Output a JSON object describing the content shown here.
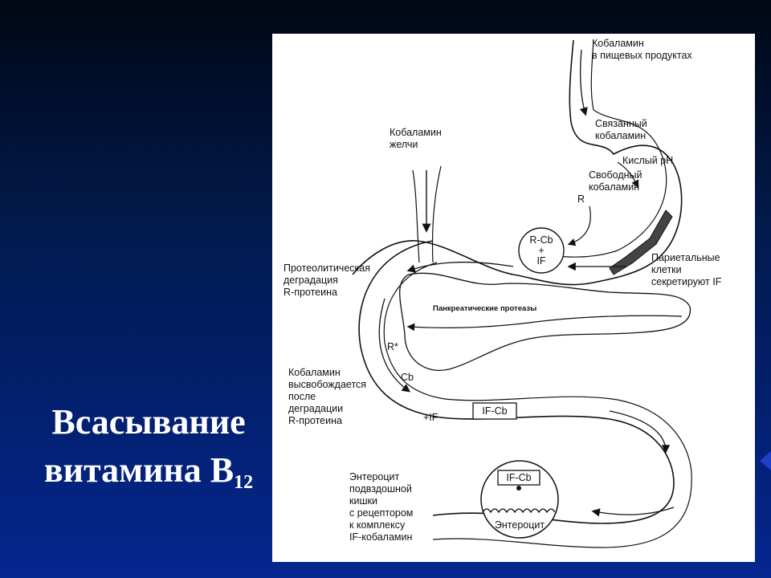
{
  "slide": {
    "title_line1": "Всасывание",
    "title_line2": "витамина B",
    "title_subscript": "12"
  },
  "diagram": {
    "labels": {
      "food_cobalamin_1": "Кобаламин",
      "food_cobalamin_2": "в пищевых продуктах",
      "bound_1": "Связанный",
      "bound_2": "кобаламин",
      "acid_ph": "Кислый pH",
      "free_1": "Свободный",
      "free_2": "кобаламин",
      "r": "R",
      "bile_1": "Кобаламин",
      "bile_2": "желчи",
      "rcb_1": "R-Cb",
      "rcb_2": "+",
      "rcb_3": "IF",
      "parietal_1": "Париетальные",
      "parietal_2": "клетки",
      "parietal_3": "секретируют IF",
      "proteolytic_1": "Протеолитическая",
      "proteolytic_2": "деградация",
      "proteolytic_3": "R-протеина",
      "pancreatic": "Панкреатические протеазы",
      "r_star": "R*",
      "released_1": "Кобаламин",
      "released_2": "высвобождается",
      "released_3": "после",
      "released_4": "деградации",
      "released_5": "R-протеина",
      "cb": "Cb",
      "plus_if": "+IF",
      "if_cb_box": "IF-Cb",
      "enterocyte_text_1": "Энтероцит",
      "enterocyte_text_2": "подвздошной",
      "enterocyte_text_3": "кишки",
      "enterocyte_text_4": "с рецептором",
      "enterocyte_text_5": "к комплексу",
      "enterocyte_text_6": "IF-кобаламин",
      "if_cb_cell": "IF-Cb",
      "enterocyte_cell": "Энтероцит"
    }
  }
}
